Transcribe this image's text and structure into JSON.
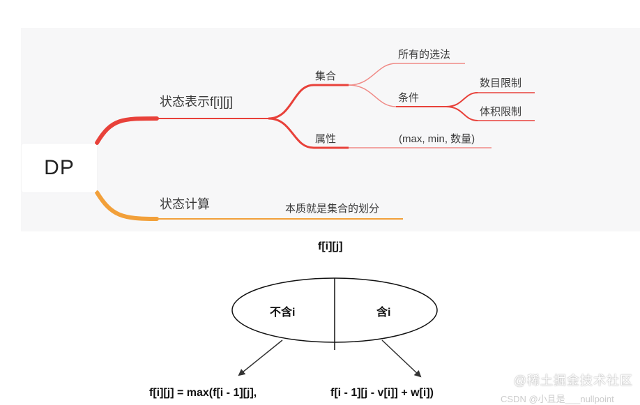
{
  "mindmap": {
    "root": "DP",
    "state_repr": {
      "label": "状态表示f[i][j]",
      "set": {
        "label": "集合",
        "all_choices": "所有的选法",
        "condition": {
          "label": "条件",
          "count_limit": "数目限制",
          "volume_limit": "体积限制"
        }
      },
      "attribute": {
        "label": "属性",
        "value": "(max, min, 数量)"
      }
    },
    "state_calc": {
      "label": "状态计算",
      "essence": "本质就是集合的划分"
    }
  },
  "partition": {
    "title": "f[i][j]",
    "left": "不含i",
    "right": "含i",
    "left_formula": "f[i][j] = max(f[i - 1][j],",
    "right_formula": "f[i - 1][j - v[i]] + w[i])"
  },
  "colors": {
    "red_branch": "#e8413a",
    "orange_branch": "#f2a03a",
    "underline": "#f08a86"
  },
  "watermark": "@稀土掘金技术社区",
  "watermark_sub": "CSDN @小且是___nullpoint"
}
